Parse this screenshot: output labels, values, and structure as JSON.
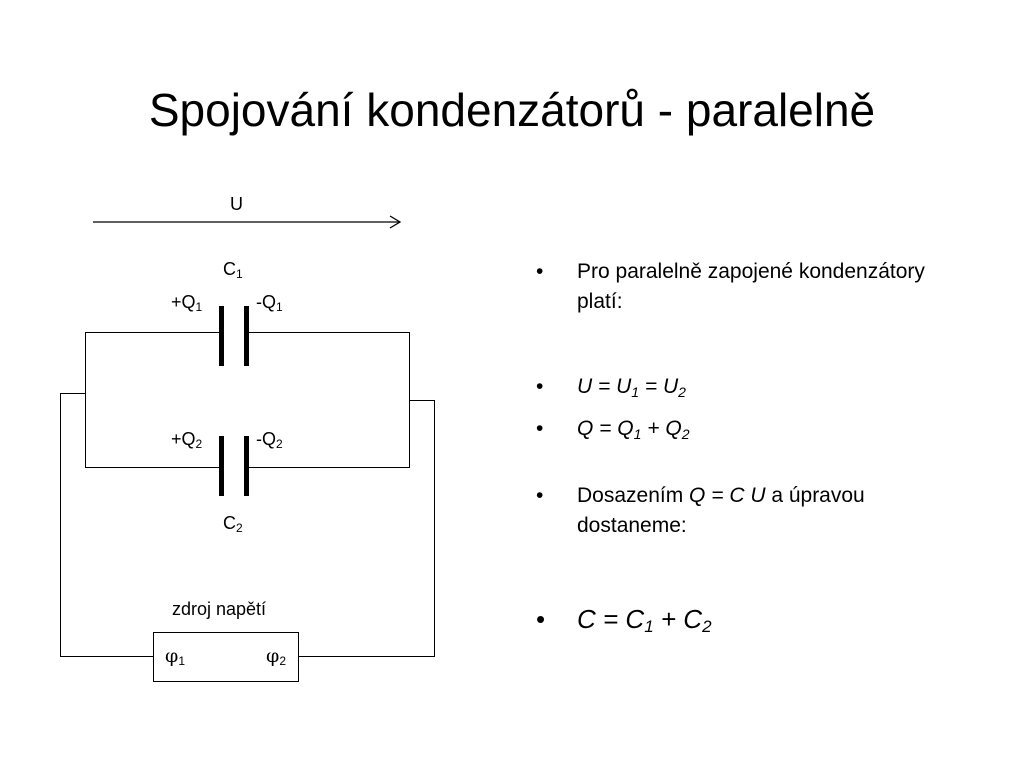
{
  "slide": {
    "title": "Spojování kondenzátorů - paralelně"
  },
  "circuit": {
    "voltage_label": "U",
    "cap1": {
      "name": "C",
      "name_sub": "1",
      "plus": "+Q",
      "plus_sub": "1",
      "minus": "-Q",
      "minus_sub": "1"
    },
    "cap2": {
      "name": "C",
      "name_sub": "2",
      "plus": "+Q",
      "plus_sub": "2",
      "minus": "-Q",
      "minus_sub": "2"
    },
    "source_label": "zdroj napětí",
    "phi1": {
      "sym": "φ",
      "sub": "1"
    },
    "phi2": {
      "sym": "φ",
      "sub": "2"
    }
  },
  "bullets": {
    "b1": {
      "text": "Pro paralelně zapojené kondenzátory platí:"
    },
    "b2": {
      "p1": "U = U",
      "s1": "1",
      "p2": " = U",
      "s2": "2"
    },
    "b3": {
      "p1": "Q = Q",
      "s1": "1",
      "p2": " + Q",
      "s2": "2"
    },
    "b4": {
      "t1": "Dosazením ",
      "i1": "Q = C U",
      "t2": " a úpravou dostaneme:"
    },
    "b5": {
      "p1": "C = C",
      "s1": "1",
      "p2": " + C",
      "s2": "2"
    },
    "dot": "•"
  }
}
